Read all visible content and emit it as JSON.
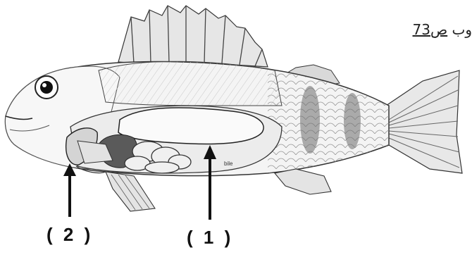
{
  "page_ref": {
    "prefix": "وب ",
    "page": "ص73"
  },
  "callouts": [
    {
      "id": "1",
      "text": "( 1 )"
    },
    {
      "id": "2",
      "text": "( 2 )"
    }
  ],
  "internal_tag": "bile"
}
